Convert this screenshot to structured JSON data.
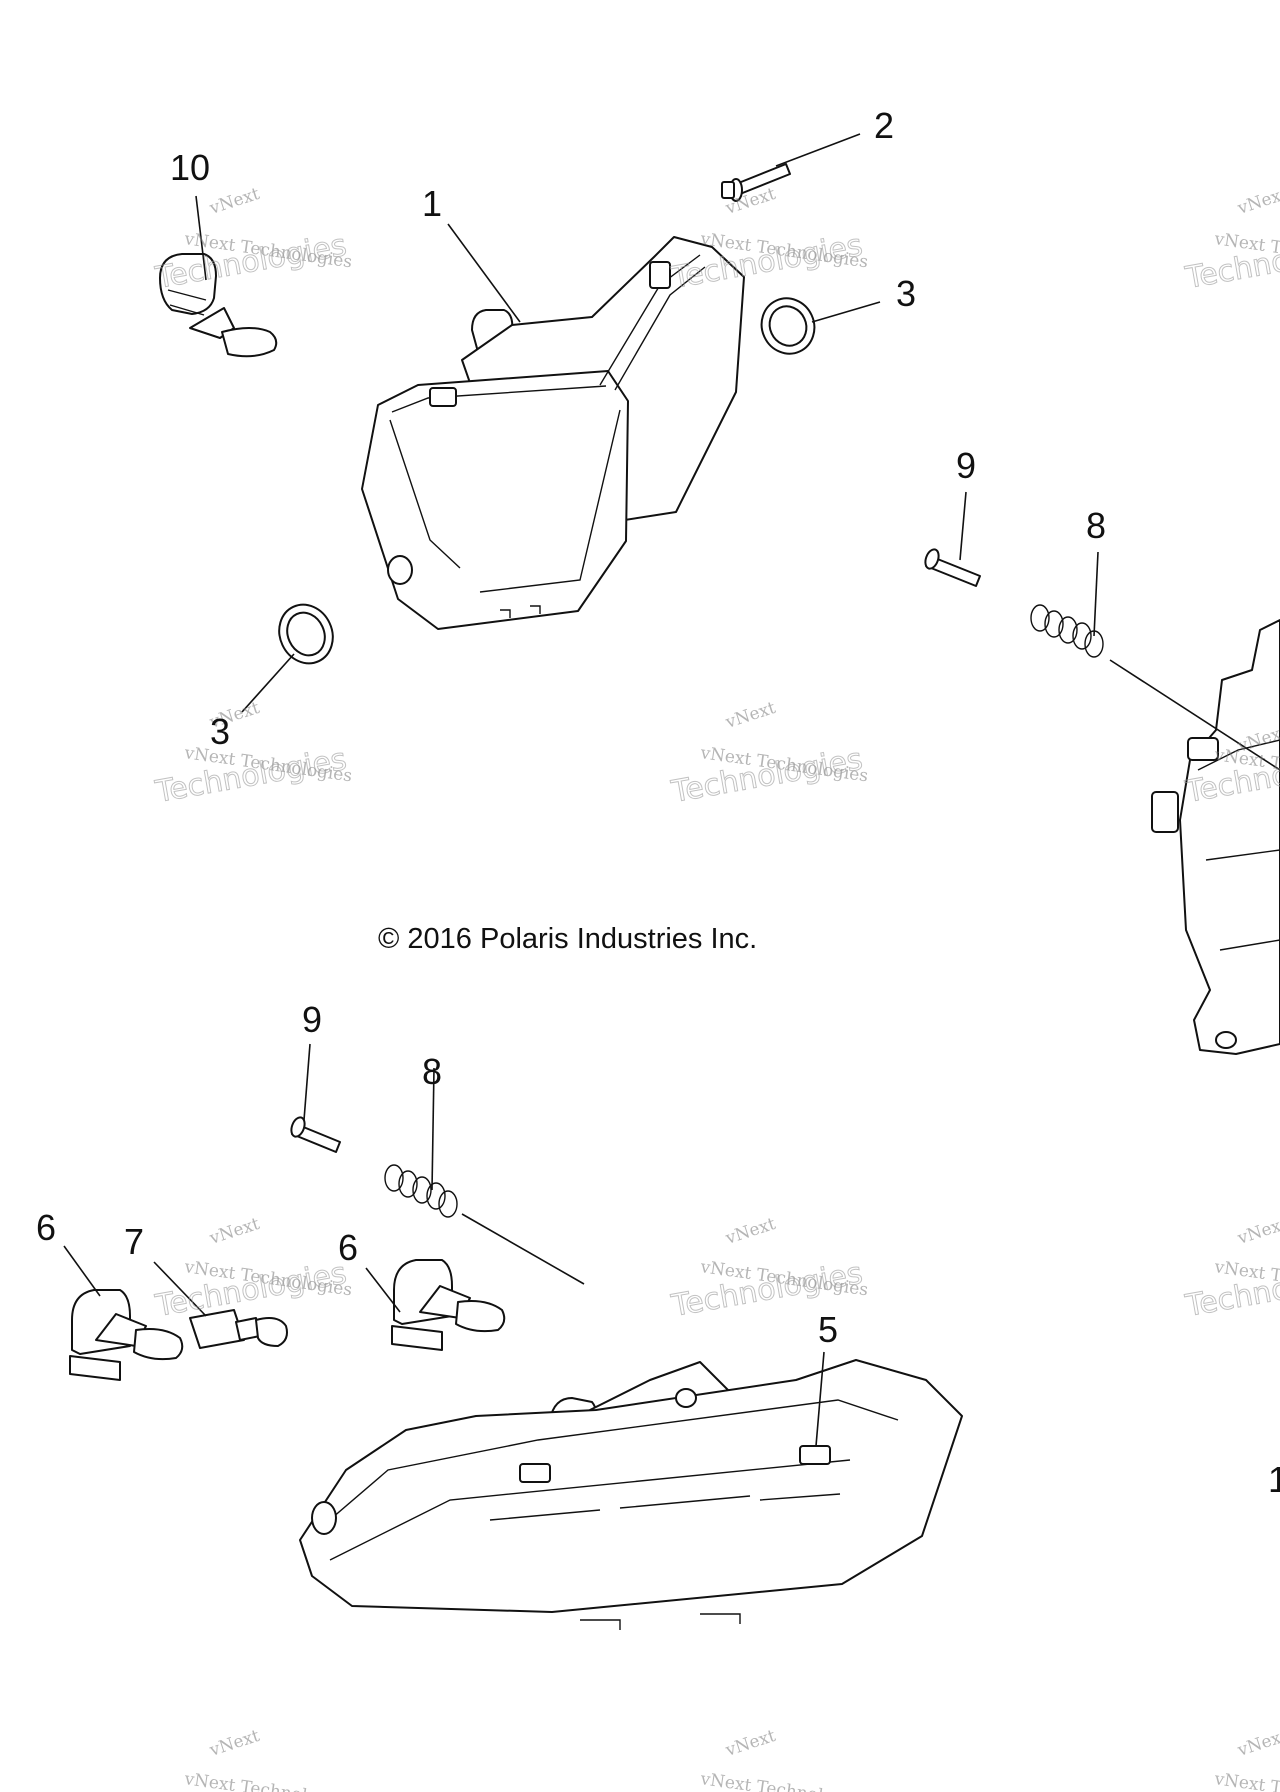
{
  "copyright": "© 2016 Polaris Industries Inc.",
  "watermark": {
    "line1": "vNext",
    "line2": "vNext Technologies",
    "line3": "Technologies"
  },
  "callouts": {
    "c1": "1",
    "c2": "2",
    "c3a": "3",
    "c3b": "3",
    "c5": "5",
    "c6a": "6",
    "c6b": "6",
    "c7": "7",
    "c8a": "8",
    "c8b": "8",
    "c9a": "9",
    "c9b": "9",
    "c10": "10",
    "c_edge": "1"
  }
}
